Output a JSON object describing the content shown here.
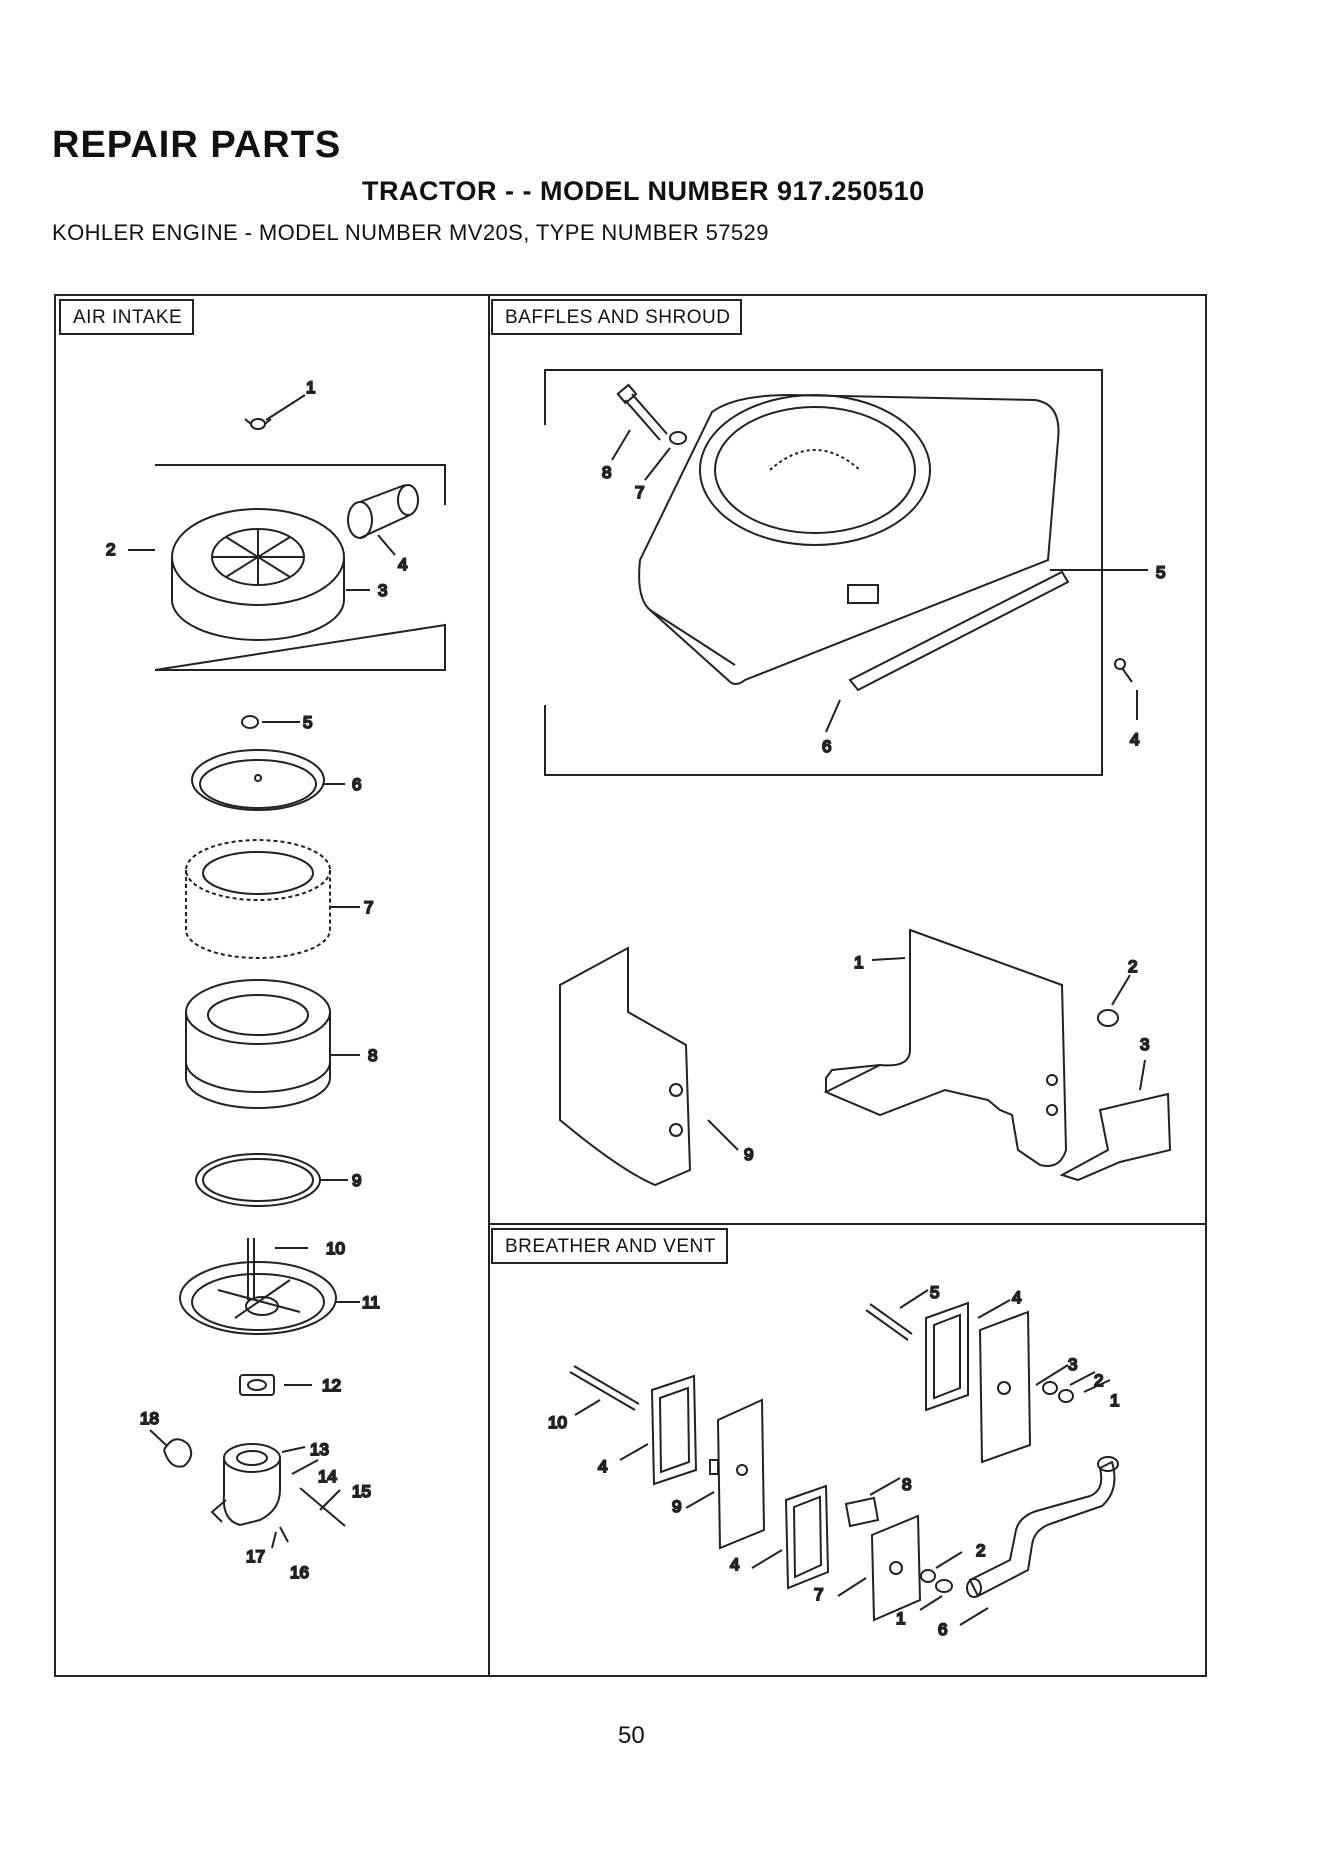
{
  "header": {
    "title": "REPAIR PARTS",
    "model_line": "TRACTOR - - MODEL NUMBER 917.250510",
    "engine_line": "KOHLER ENGINE - MODEL NUMBER MV20S, TYPE NUMBER 57529"
  },
  "sections": {
    "air_intake": {
      "label": "AIR INTAKE",
      "callouts": [
        "1",
        "2",
        "3",
        "4",
        "5",
        "6",
        "7",
        "8",
        "9",
        "10",
        "11",
        "12",
        "13",
        "14",
        "15",
        "16",
        "17",
        "18"
      ]
    },
    "baffles_and_shroud": {
      "label": "BAFFLES AND SHROUD",
      "callouts": [
        "8",
        "7",
        "5",
        "6",
        "4",
        "1",
        "2",
        "3",
        "9"
      ]
    },
    "breather_and_vent": {
      "label": "BREATHER AND VENT",
      "callouts": [
        "5",
        "4",
        "3",
        "2",
        "1",
        "10",
        "4",
        "9",
        "8",
        "4",
        "2",
        "7",
        "1",
        "6"
      ]
    }
  },
  "footer": {
    "page_number": "50"
  }
}
